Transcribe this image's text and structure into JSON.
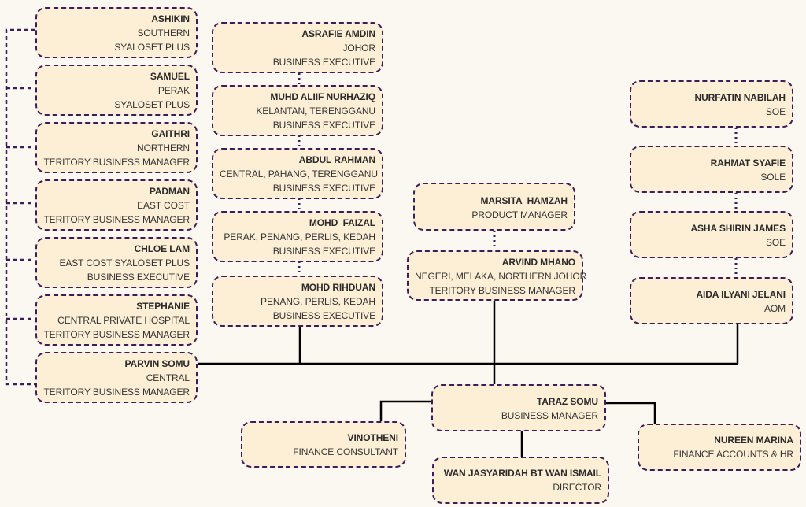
{
  "colors": {
    "background": "#fbf8f1",
    "box_fill": "#fdefd6",
    "box_border": "#3a1d5c",
    "connector": "#000000",
    "text": "#333333"
  },
  "nodes": [
    {
      "id": "ashikin",
      "lines": [
        "ASHIKIN",
        "SOUTHERN",
        "SYALOSET PLUS"
      ]
    },
    {
      "id": "samuel",
      "lines": [
        "SAMUEL",
        "PERAK",
        "SYALOSET PLUS"
      ]
    },
    {
      "id": "gaithri",
      "lines": [
        "GAITHRI",
        "NORTHERN",
        "TERITORY BUSINESS MANAGER"
      ]
    },
    {
      "id": "padman",
      "lines": [
        "PADMAN",
        "EAST COST",
        "TERITORY BUSINESS MANAGER"
      ]
    },
    {
      "id": "chloe-lam",
      "lines": [
        "CHLOE LAM",
        "EAST COST SYALOSET PLUS",
        "BUSINESS EXECUTIVE"
      ]
    },
    {
      "id": "stephanie",
      "lines": [
        "STEPHANIE",
        "CENTRAL PRIVATE HOSPITAL",
        "TERITORY BUSINESS MANAGER"
      ]
    },
    {
      "id": "parvin-somu",
      "lines": [
        "PARVIN SOMU",
        "CENTRAL",
        "TERITORY BUSINESS MANAGER"
      ]
    },
    {
      "id": "asrafie-amdin",
      "lines": [
        "ASRAFIE AMDIN",
        "JOHOR",
        "BUSINESS EXECUTIVE"
      ]
    },
    {
      "id": "muhd-aliif",
      "lines": [
        "MUHD ALIIF NURHAZIQ",
        "KELANTAN, TERENGGANU",
        "BUSINESS EXECUTIVE"
      ]
    },
    {
      "id": "abdul-rahman",
      "lines": [
        "ABDUL RAHMAN",
        "CENTRAL, PAHANG, TERENGGANU",
        "BUSINESS EXECUTIVE"
      ]
    },
    {
      "id": "mohd-faizal",
      "lines": [
        "MOHD  FAIZAL",
        "PERAK, PENANG, PERLIS, KEDAH",
        "BUSINESS EXECUTIVE"
      ]
    },
    {
      "id": "mohd-rihduan",
      "lines": [
        "MOHD RIHDUAN",
        "PENANG, PERLIS, KEDAH",
        "BUSINESS EXECUTIVE"
      ]
    },
    {
      "id": "marsita-hamzah",
      "lines": [
        "MARSITA  HAMZAH",
        "PRODUCT MANAGER"
      ]
    },
    {
      "id": "arvind-mhano",
      "lines": [
        "ARVIND MHANO",
        "NEGERI, MELAKA, NORTHERN JOHOR",
        "TERITORY BUSINESS MANAGER"
      ]
    },
    {
      "id": "nurfatin-nabilah",
      "lines": [
        "NURFATIN NABILAH",
        "SOE"
      ]
    },
    {
      "id": "rahmat-syafie",
      "lines": [
        "RAHMAT SYAFIE",
        "SOLE"
      ]
    },
    {
      "id": "asha-shirin-james",
      "lines": [
        "ASHA SHIRIN JAMES",
        "SOE"
      ]
    },
    {
      "id": "aida-ilyani-jelani",
      "lines": [
        "AIDA ILYANI JELANI",
        "AOM"
      ]
    },
    {
      "id": "taraz-somu",
      "lines": [
        "TARAZ SOMU",
        "BUSINESS MANAGER"
      ]
    },
    {
      "id": "vinotheni",
      "lines": [
        "VINOTHENI",
        "FINANCE CONSULTANT"
      ]
    },
    {
      "id": "wan-jasyaridah",
      "lines": [
        "WAN JASYARIDAH BT WAN ISMAIL",
        "DIRECTOR"
      ]
    },
    {
      "id": "nureen-marina",
      "lines": [
        "NUREEN MARINA",
        "FINANCE ACCOUNTS & HR"
      ]
    }
  ]
}
